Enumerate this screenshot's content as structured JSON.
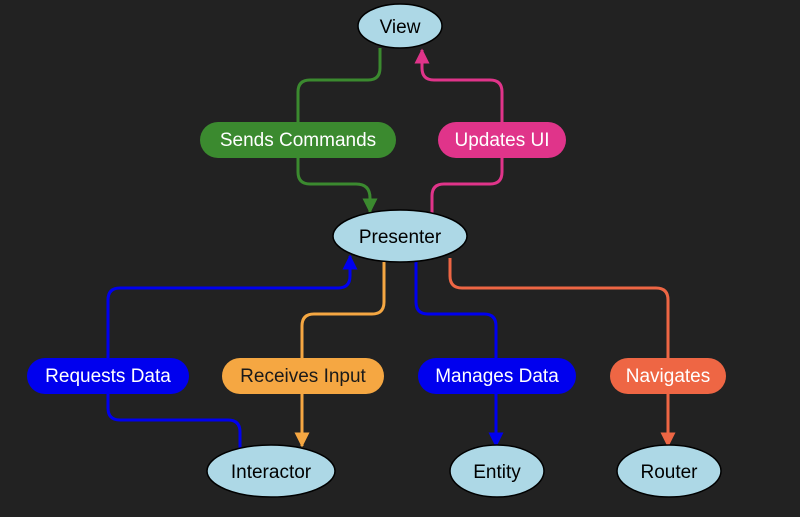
{
  "nodes": {
    "view": "View",
    "presenter": "Presenter",
    "interactor": "Interactor",
    "entity": "Entity",
    "router": "Router"
  },
  "edges": {
    "sends_commands": "Sends Commands",
    "updates_ui": "Updates UI",
    "requests_data": "Requests Data",
    "receives_input": "Receives Input",
    "manages_data": "Manages Data",
    "navigates": "Navigates"
  },
  "colors": {
    "background": "#222222",
    "node_fill": "#add8e6",
    "sends_commands": "#3b8a2f",
    "updates_ui": "#e0348a",
    "requests_data": "#0000ee",
    "receives_input": "#f5a742",
    "manages_data": "#0000ee",
    "navigates": "#ee6644"
  }
}
